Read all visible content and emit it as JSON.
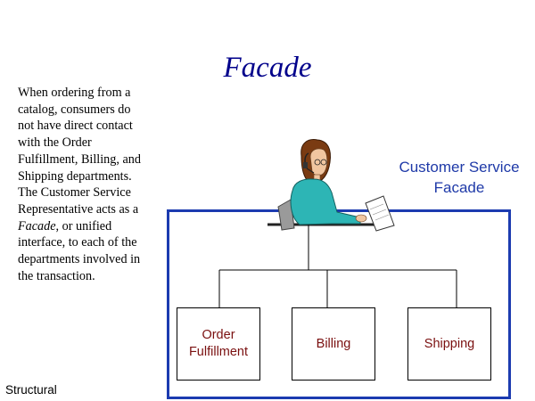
{
  "title": "Facade",
  "description_html": "When ordering from a catalog, consumers do not have direct contact with the Order Fulfillment, Billing, and Shipping departments. The Customer Service Representative acts as a <i>Facade</i>, or unified interface, to each of the departments involved in the transaction.",
  "facade_label": [
    "Customer Service",
    "Facade"
  ],
  "departments": {
    "order": [
      "Order",
      "Fulfillment"
    ],
    "billing": "Billing",
    "shipping": "Shipping"
  },
  "footer": "Structural",
  "colors": {
    "title": "#00008b",
    "facade": "#1f3aa8",
    "dept_text": "#7a1010",
    "frame": "#1c3bb0"
  }
}
